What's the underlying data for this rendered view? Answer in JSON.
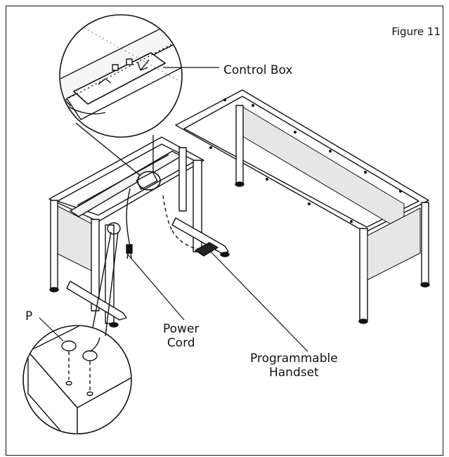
{
  "figure": {
    "label": "Figure 11"
  },
  "callouts": {
    "control_box": "Control Box",
    "power_cord_line1": "Power",
    "power_cord_line2": "Cord",
    "handset_line1": "Programmable",
    "handset_line2": "Handset",
    "part_p": "P"
  }
}
